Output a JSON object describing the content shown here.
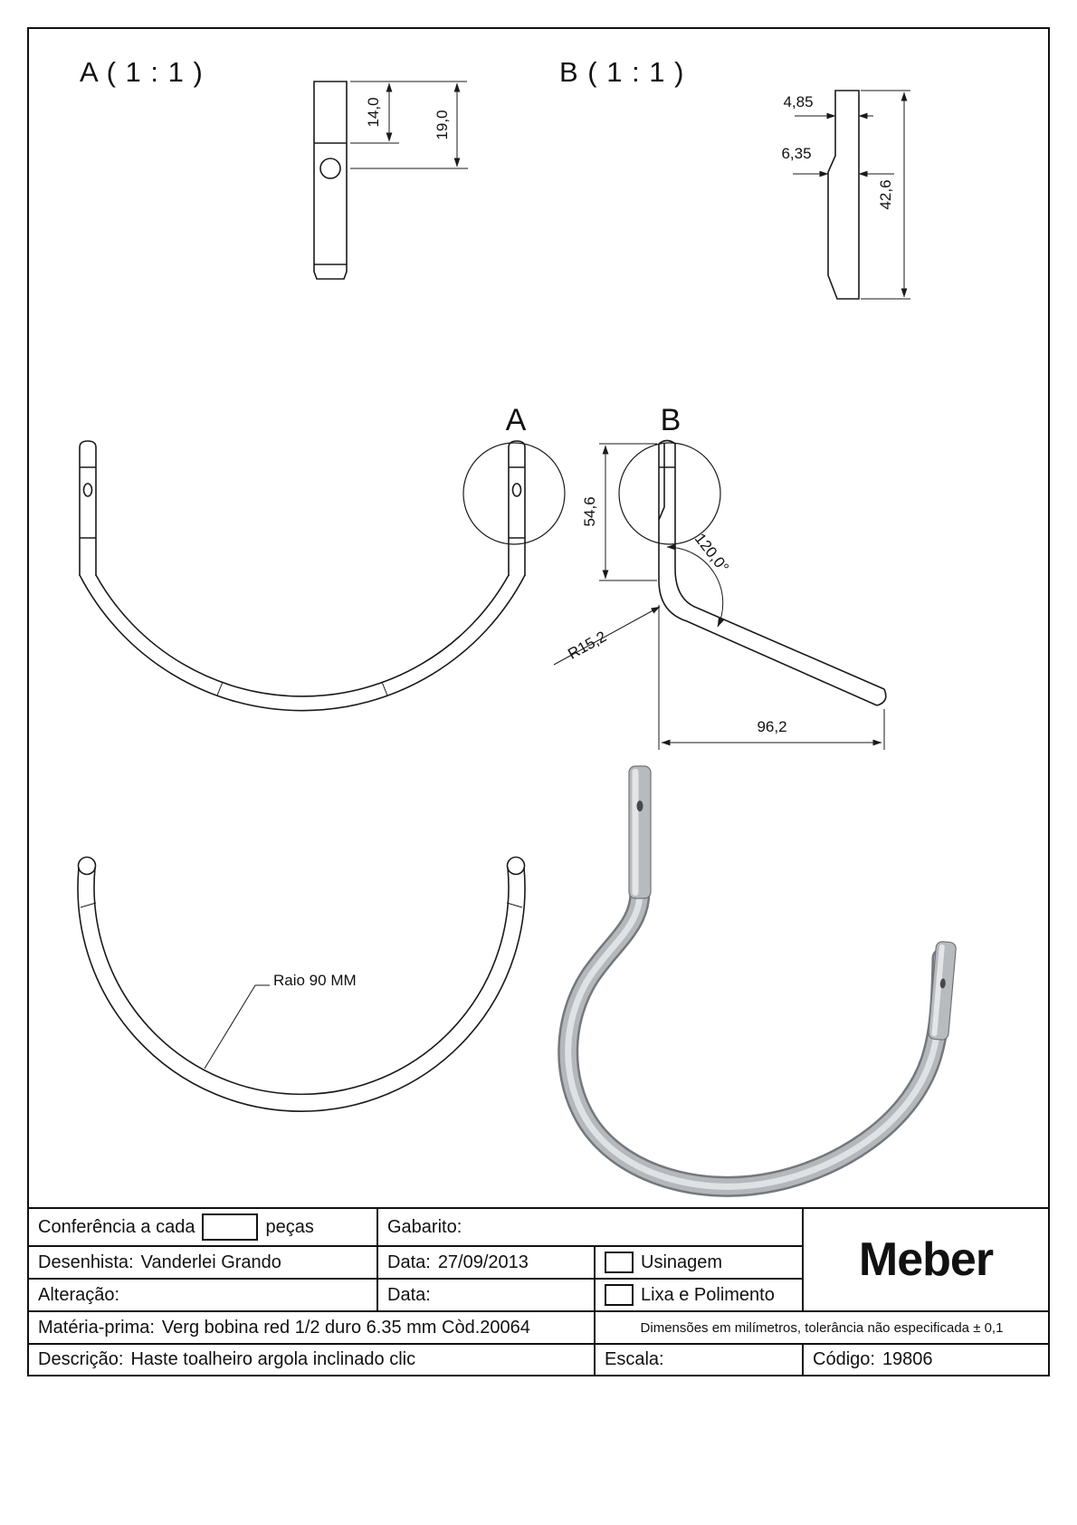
{
  "colors": {
    "line": "#1a1a1a",
    "metal_dark": "#74787c",
    "metal_mid": "#b4b8bc",
    "metal_highlight": "#dfe2e4"
  },
  "drawing": {
    "detail_a": {
      "title": "A ( 1 : 1 )",
      "dim_top_to_chamfer": "14,0",
      "dim_top_to_hole_center": "19,0"
    },
    "detail_b": {
      "title": "B ( 1 : 1 )",
      "dim_tip_width": "4,85",
      "dim_rod_diameter": "6,35",
      "dim_end_length": "42,6"
    },
    "main_views": {
      "detail_a_marker": "A",
      "detail_b_marker": "B",
      "dim_upright_height": "54,6",
      "dim_bend_angle": "120,0°",
      "dim_bend_radius": "R15,2",
      "dim_arm_projection": "96,2"
    },
    "plan_view": {
      "radius_note": "Raio 90 MM"
    }
  },
  "title_block": {
    "conferencia_label": "Conferência a cada",
    "conferencia_unit": "peças",
    "gabarito_label": "Gabarito:",
    "desenhista_label": "Desenhista:",
    "desenhista_value": "Vanderlei Grando",
    "data_label": "Data:",
    "data_value": "27/09/2013",
    "usinagem_label": "Usinagem",
    "alteracao_label": "Alteração:",
    "data2_label": "Data:",
    "lixa_label": "Lixa e Polimento",
    "materia_label": "Matéria-prima:",
    "materia_value": "Verg bobina red 1/2 duro 6.35 mm Còd.20064",
    "tolerancia_note": "Dimensões em milímetros, tolerância não especificada ± 0,1",
    "descricao_label": "Descrição:",
    "descricao_value": "Haste toalheiro argola inclinado clic",
    "escala_label": "Escala:",
    "codigo_label": "Código:",
    "codigo_value": "19806",
    "logo": "Meber"
  }
}
